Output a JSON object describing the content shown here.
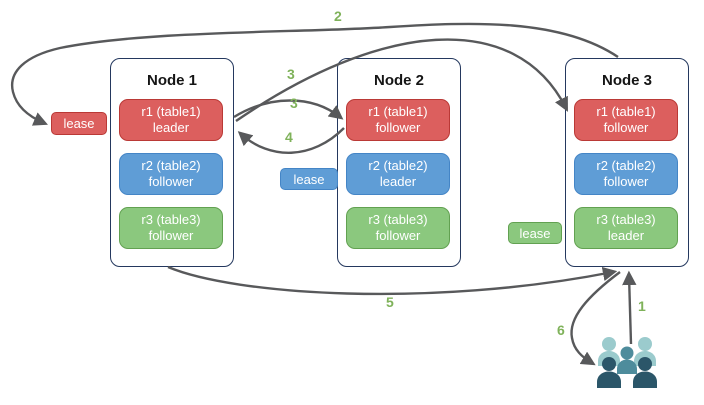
{
  "colors": {
    "node-border": "#24385e",
    "arrow": "#58595b",
    "step-green": "#7fb25a",
    "red-fill": "#dc5f5e",
    "red-border": "#ba3936",
    "blue-fill": "#5f9dd6",
    "blue-border": "#4485c6",
    "green-fill": "#8bc87e",
    "green-border": "#62a151",
    "people-light": "#9bcbcd",
    "people-mid": "#4e8c9c",
    "people-dark": "#2b5669"
  },
  "nodes": [
    {
      "title": "Node 1",
      "replicas": [
        {
          "name": "r1 (table1)",
          "role": "leader",
          "color": "red"
        },
        {
          "name": "r2 (table2)",
          "role": "follower",
          "color": "blue"
        },
        {
          "name": "r3 (table3)",
          "role": "follower",
          "color": "green"
        }
      ]
    },
    {
      "title": "Node 2",
      "replicas": [
        {
          "name": "r1 (table1)",
          "role": "follower",
          "color": "red"
        },
        {
          "name": "r2 (table2)",
          "role": "leader",
          "color": "blue"
        },
        {
          "name": "r3 (table3)",
          "role": "follower",
          "color": "green"
        }
      ]
    },
    {
      "title": "Node 3",
      "replicas": [
        {
          "name": "r1 (table1)",
          "role": "follower",
          "color": "red"
        },
        {
          "name": "r2 (table2)",
          "role": "follower",
          "color": "blue"
        },
        {
          "name": "r3 (table3)",
          "role": "leader",
          "color": "green"
        }
      ]
    }
  ],
  "leases": [
    {
      "label": "lease",
      "color": "red"
    },
    {
      "label": "lease",
      "color": "blue"
    },
    {
      "label": "lease",
      "color": "green"
    }
  ],
  "steps": {
    "s1": "1",
    "s2": "2",
    "s3a": "3",
    "s3b": "3",
    "s4": "4",
    "s5": "5",
    "s6": "6"
  },
  "icons": {
    "users": "users-group-icon"
  }
}
